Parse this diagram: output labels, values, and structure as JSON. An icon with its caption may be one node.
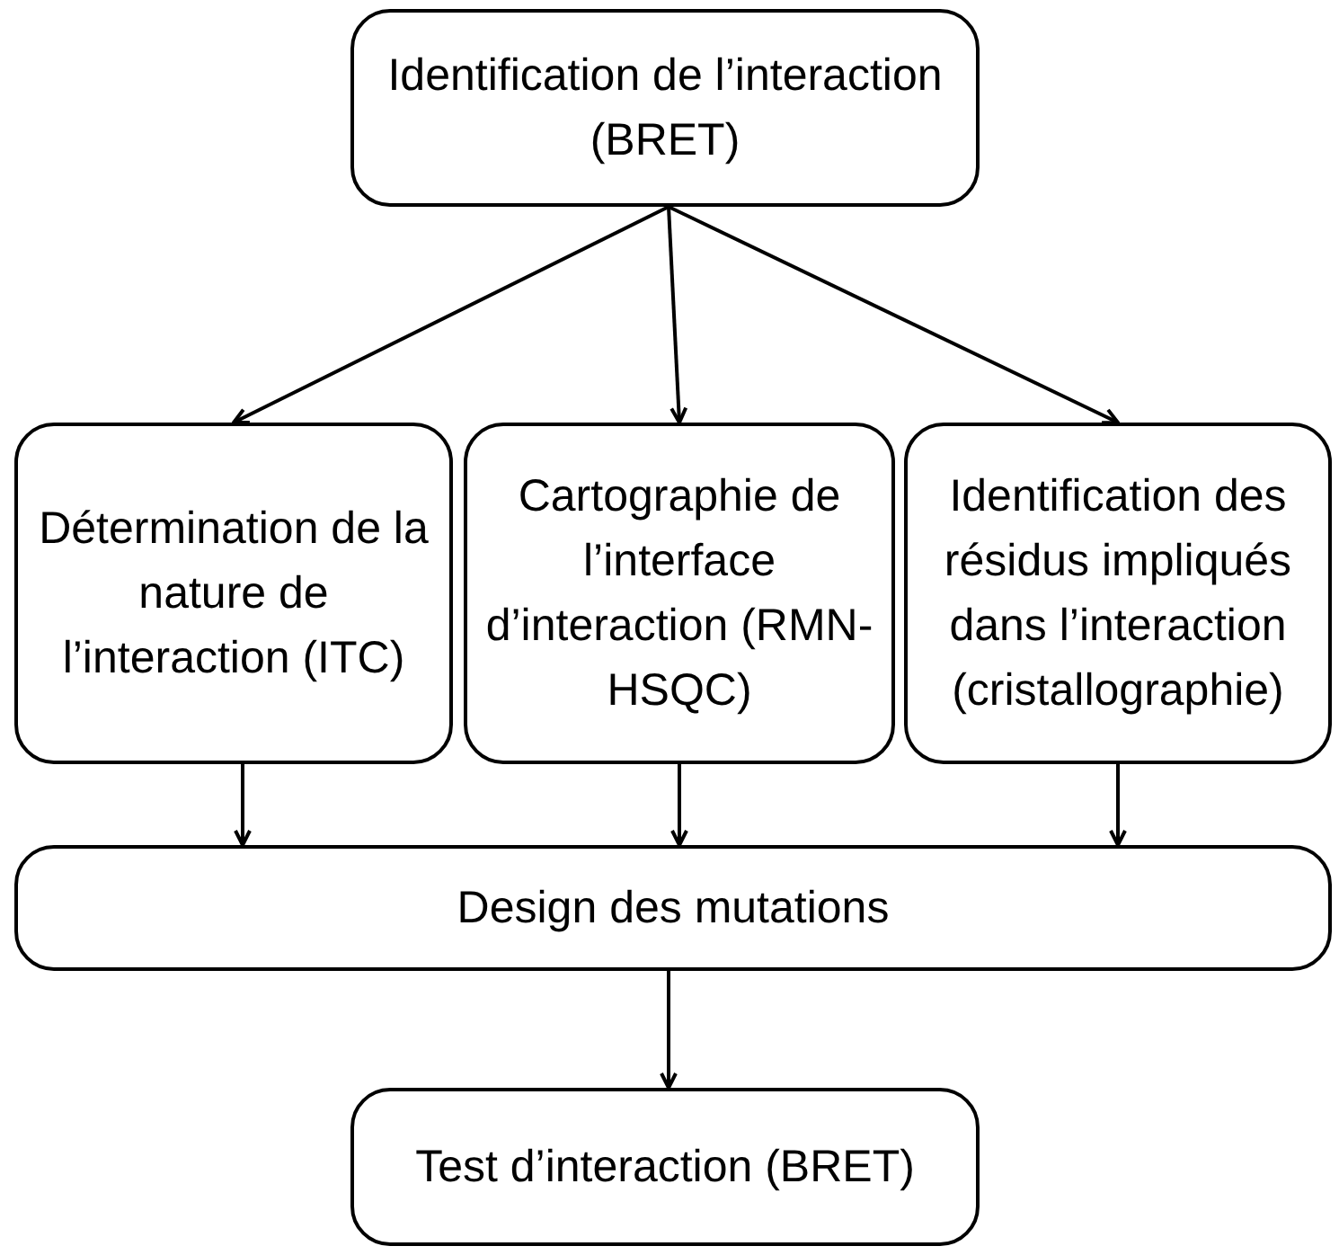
{
  "diagram": {
    "nodes": [
      {
        "text": [
          "Identification de l’interaction (BRET)"
        ]
      },
      {
        "text": [
          "Détermination de la nature de l’interaction (ITC)"
        ]
      },
      {
        "text": [
          "Cartographie de l’interface d’interaction (RMN-HSQC)"
        ]
      },
      {
        "text": [
          "Identification des résidus impliqués dans l’interaction (cristallographie)"
        ]
      },
      {
        "text": [
          "Design des mutations"
        ]
      },
      {
        "text": [
          "Test d’interaction (BRET)"
        ]
      }
    ],
    "edges": [
      {
        "from": 0,
        "to": 1,
        "arrow": "to"
      },
      {
        "from": 0,
        "to": 2,
        "arrow": "to"
      },
      {
        "from": 0,
        "to": 3,
        "arrow": "to"
      },
      {
        "from": 1,
        "to": 4,
        "arrow": "to"
      },
      {
        "from": 2,
        "to": 4,
        "arrow": "to"
      },
      {
        "from": 3,
        "to": 4,
        "arrow": "to"
      },
      {
        "from": 4,
        "to": 5,
        "arrow": "to"
      }
    ]
  }
}
